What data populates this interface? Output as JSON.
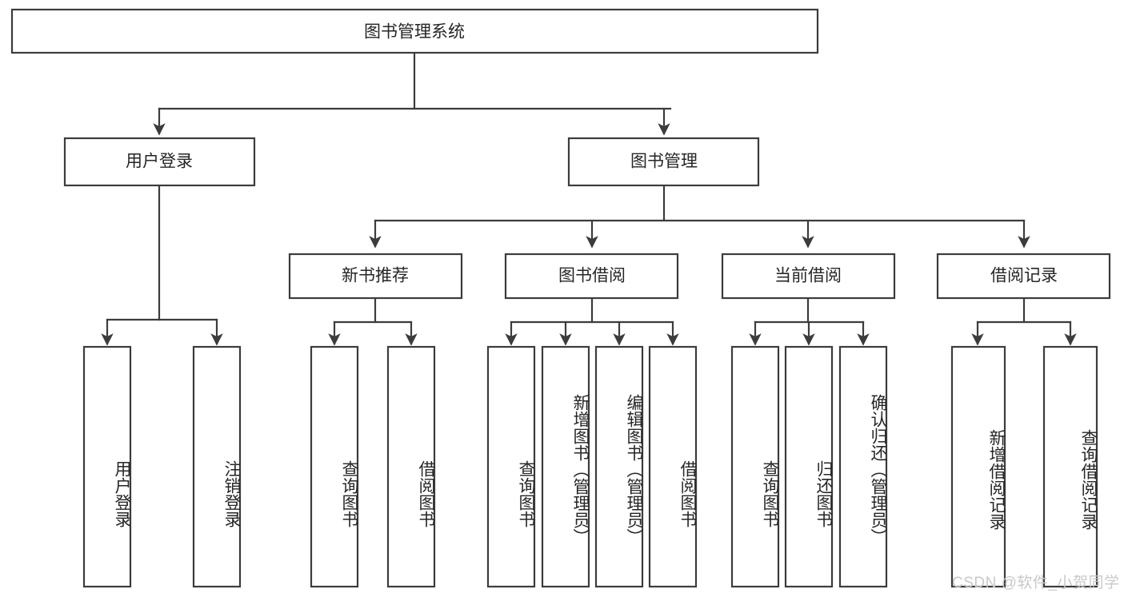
{
  "diagram": {
    "type": "tree-hierarchy-chart",
    "title": "图书管理系统",
    "watermark": "CSDN @软件_小贺同学",
    "colors": {
      "stroke": "#3c3c3c",
      "fill": "#ffffff",
      "text": "#262626",
      "watermark": "#c9c9c9"
    },
    "levels": [
      {
        "level": 1,
        "nodes": [
          {
            "id": "root",
            "label": "图书管理系统",
            "orientation": "horizontal"
          }
        ]
      },
      {
        "level": 2,
        "nodes": [
          {
            "id": "user-login",
            "label": "用户登录",
            "orientation": "horizontal",
            "parent": "root"
          },
          {
            "id": "book-manage",
            "label": "图书管理",
            "orientation": "horizontal",
            "parent": "root"
          }
        ]
      },
      {
        "level": 3,
        "nodes": [
          {
            "id": "new-book-rec",
            "label": "新书推荐",
            "orientation": "horizontal",
            "parent": "book-manage"
          },
          {
            "id": "book-borrow",
            "label": "图书借阅",
            "orientation": "horizontal",
            "parent": "book-manage"
          },
          {
            "id": "current-borrow",
            "label": "当前借阅",
            "orientation": "horizontal",
            "parent": "book-manage"
          },
          {
            "id": "borrow-record",
            "label": "借阅记录",
            "orientation": "horizontal",
            "parent": "book-manage"
          }
        ]
      },
      {
        "level": 4,
        "nodes": [
          {
            "id": "leaf-1",
            "label": "用户登录",
            "orientation": "vertical",
            "parent": "user-login"
          },
          {
            "id": "leaf-2",
            "label": "注销登录",
            "orientation": "vertical",
            "parent": "user-login"
          },
          {
            "id": "leaf-3",
            "label": "查询图书",
            "orientation": "vertical",
            "parent": "new-book-rec"
          },
          {
            "id": "leaf-4",
            "label": "借阅图书",
            "orientation": "vertical",
            "parent": "new-book-rec"
          },
          {
            "id": "leaf-5",
            "label": "查询图书",
            "orientation": "vertical",
            "parent": "book-borrow"
          },
          {
            "id": "leaf-6",
            "label": "新增图书（管理员）",
            "orientation": "vertical",
            "parent": "book-borrow"
          },
          {
            "id": "leaf-7",
            "label": "编辑图书（管理员）",
            "orientation": "vertical",
            "parent": "book-borrow"
          },
          {
            "id": "leaf-8",
            "label": "借阅图书",
            "orientation": "vertical",
            "parent": "book-borrow"
          },
          {
            "id": "leaf-9",
            "label": "查询图书",
            "orientation": "vertical",
            "parent": "current-borrow"
          },
          {
            "id": "leaf-10",
            "label": "归还图书",
            "orientation": "vertical",
            "parent": "current-borrow"
          },
          {
            "id": "leaf-11",
            "label": "确认归还（管理员）",
            "orientation": "vertical",
            "parent": "current-borrow"
          },
          {
            "id": "leaf-12",
            "label": "新增借阅记录",
            "orientation": "vertical",
            "parent": "borrow-record"
          },
          {
            "id": "leaf-13",
            "label": "查询借阅记录",
            "orientation": "vertical",
            "parent": "borrow-record"
          }
        ]
      }
    ]
  }
}
